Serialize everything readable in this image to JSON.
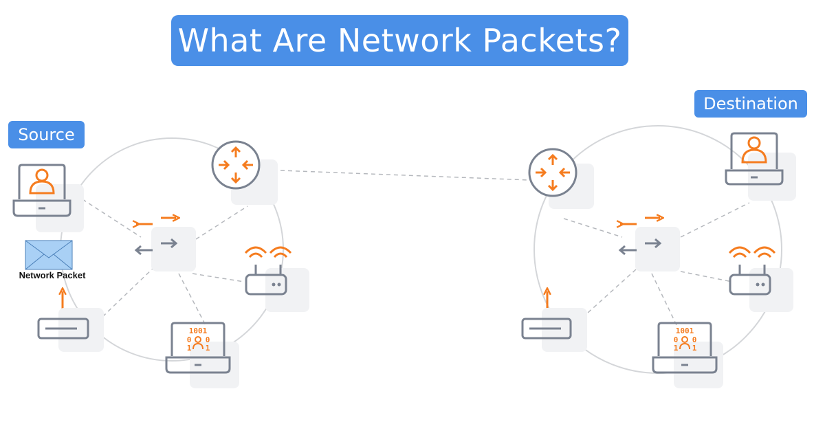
{
  "title": "What Are Network Packets?",
  "labels": {
    "source": "Source",
    "destination": "Destination",
    "packet": "Network Packet"
  },
  "device_text": {
    "binary_top": "1001",
    "binary_mid_left": "0",
    "binary_mid_right": "0",
    "binary_bottom_left": "1",
    "binary_bottom_right": "1"
  },
  "colors": {
    "accent": "#4a8fe7",
    "orange": "#f57c1f",
    "gray": "#7a8290",
    "tile": "#f1f2f4",
    "ring": "#d4d6d9",
    "envelope": "#a9d0f5"
  }
}
